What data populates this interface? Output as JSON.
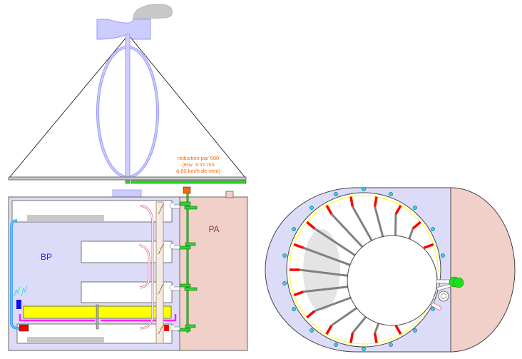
{
  "side_view": {
    "label_bp": "BP",
    "label_pa": "PA",
    "reduction_note": [
      "réduction par 500",
      "(env. 3 trs mn",
      "à 60 km/h de vent)"
    ]
  },
  "colors": {
    "bp_fill": "#dcdcf8",
    "pa_fill": "#f0d0c8",
    "rotor": "#9999ff",
    "gear": "#22dd22",
    "accent_orange": "#ff6600",
    "heater": "#ffff00",
    "tip_red": "#ff0000",
    "dots": "#22dddd"
  },
  "top_view": {
    "spoke_angles_deg": [
      -100,
      -80,
      -60,
      -40,
      -20,
      -120,
      -140,
      -160,
      180,
      160,
      140,
      120,
      100,
      80,
      60
    ]
  }
}
